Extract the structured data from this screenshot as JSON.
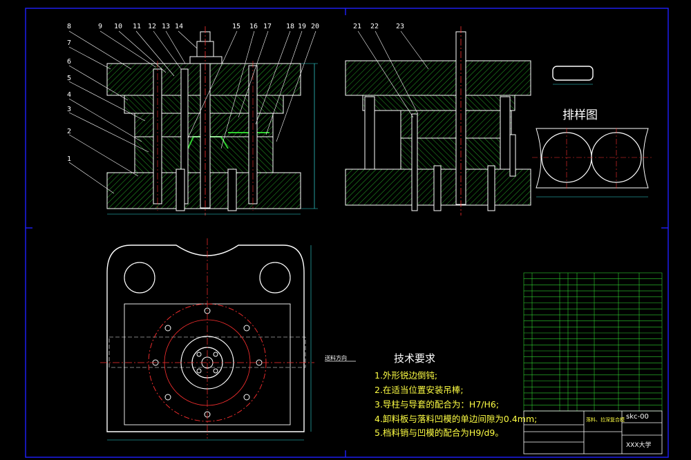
{
  "drawing": {
    "part_numbers_left": [
      "8",
      "9",
      "10",
      "11",
      "12",
      "13",
      "14",
      "15",
      "16",
      "17",
      "18",
      "19",
      "20"
    ],
    "part_numbers_side": [
      "7",
      "6",
      "5",
      "4",
      "3",
      "2",
      "1"
    ],
    "part_numbers_right": [
      "21",
      "22",
      "23"
    ],
    "layout_title": "排样图",
    "feed_direction": "送料方向",
    "tech_title": "技术要求",
    "tech_items": [
      "1.外形锐边倒钝;",
      "2.在适当位置安装吊棒;",
      "3.导柱与导套的配合为：H7/H6;",
      "4.卸料板与落料凹模的单边间隙为0.4mm;",
      "5.档料销与凹模的配合为H9/d9。"
    ],
    "title_block": {
      "drawing_code": "skc-00",
      "assembly_name": "落料、拉深复合模",
      "school": "XXX大学"
    },
    "colors": {
      "background": "#000000",
      "outline": "#ffffff",
      "hatch": "#2fd12f",
      "center": "#ff3030",
      "dimension": "#33e0e0",
      "frame": "#2020ff",
      "text": "#ffff44"
    }
  }
}
